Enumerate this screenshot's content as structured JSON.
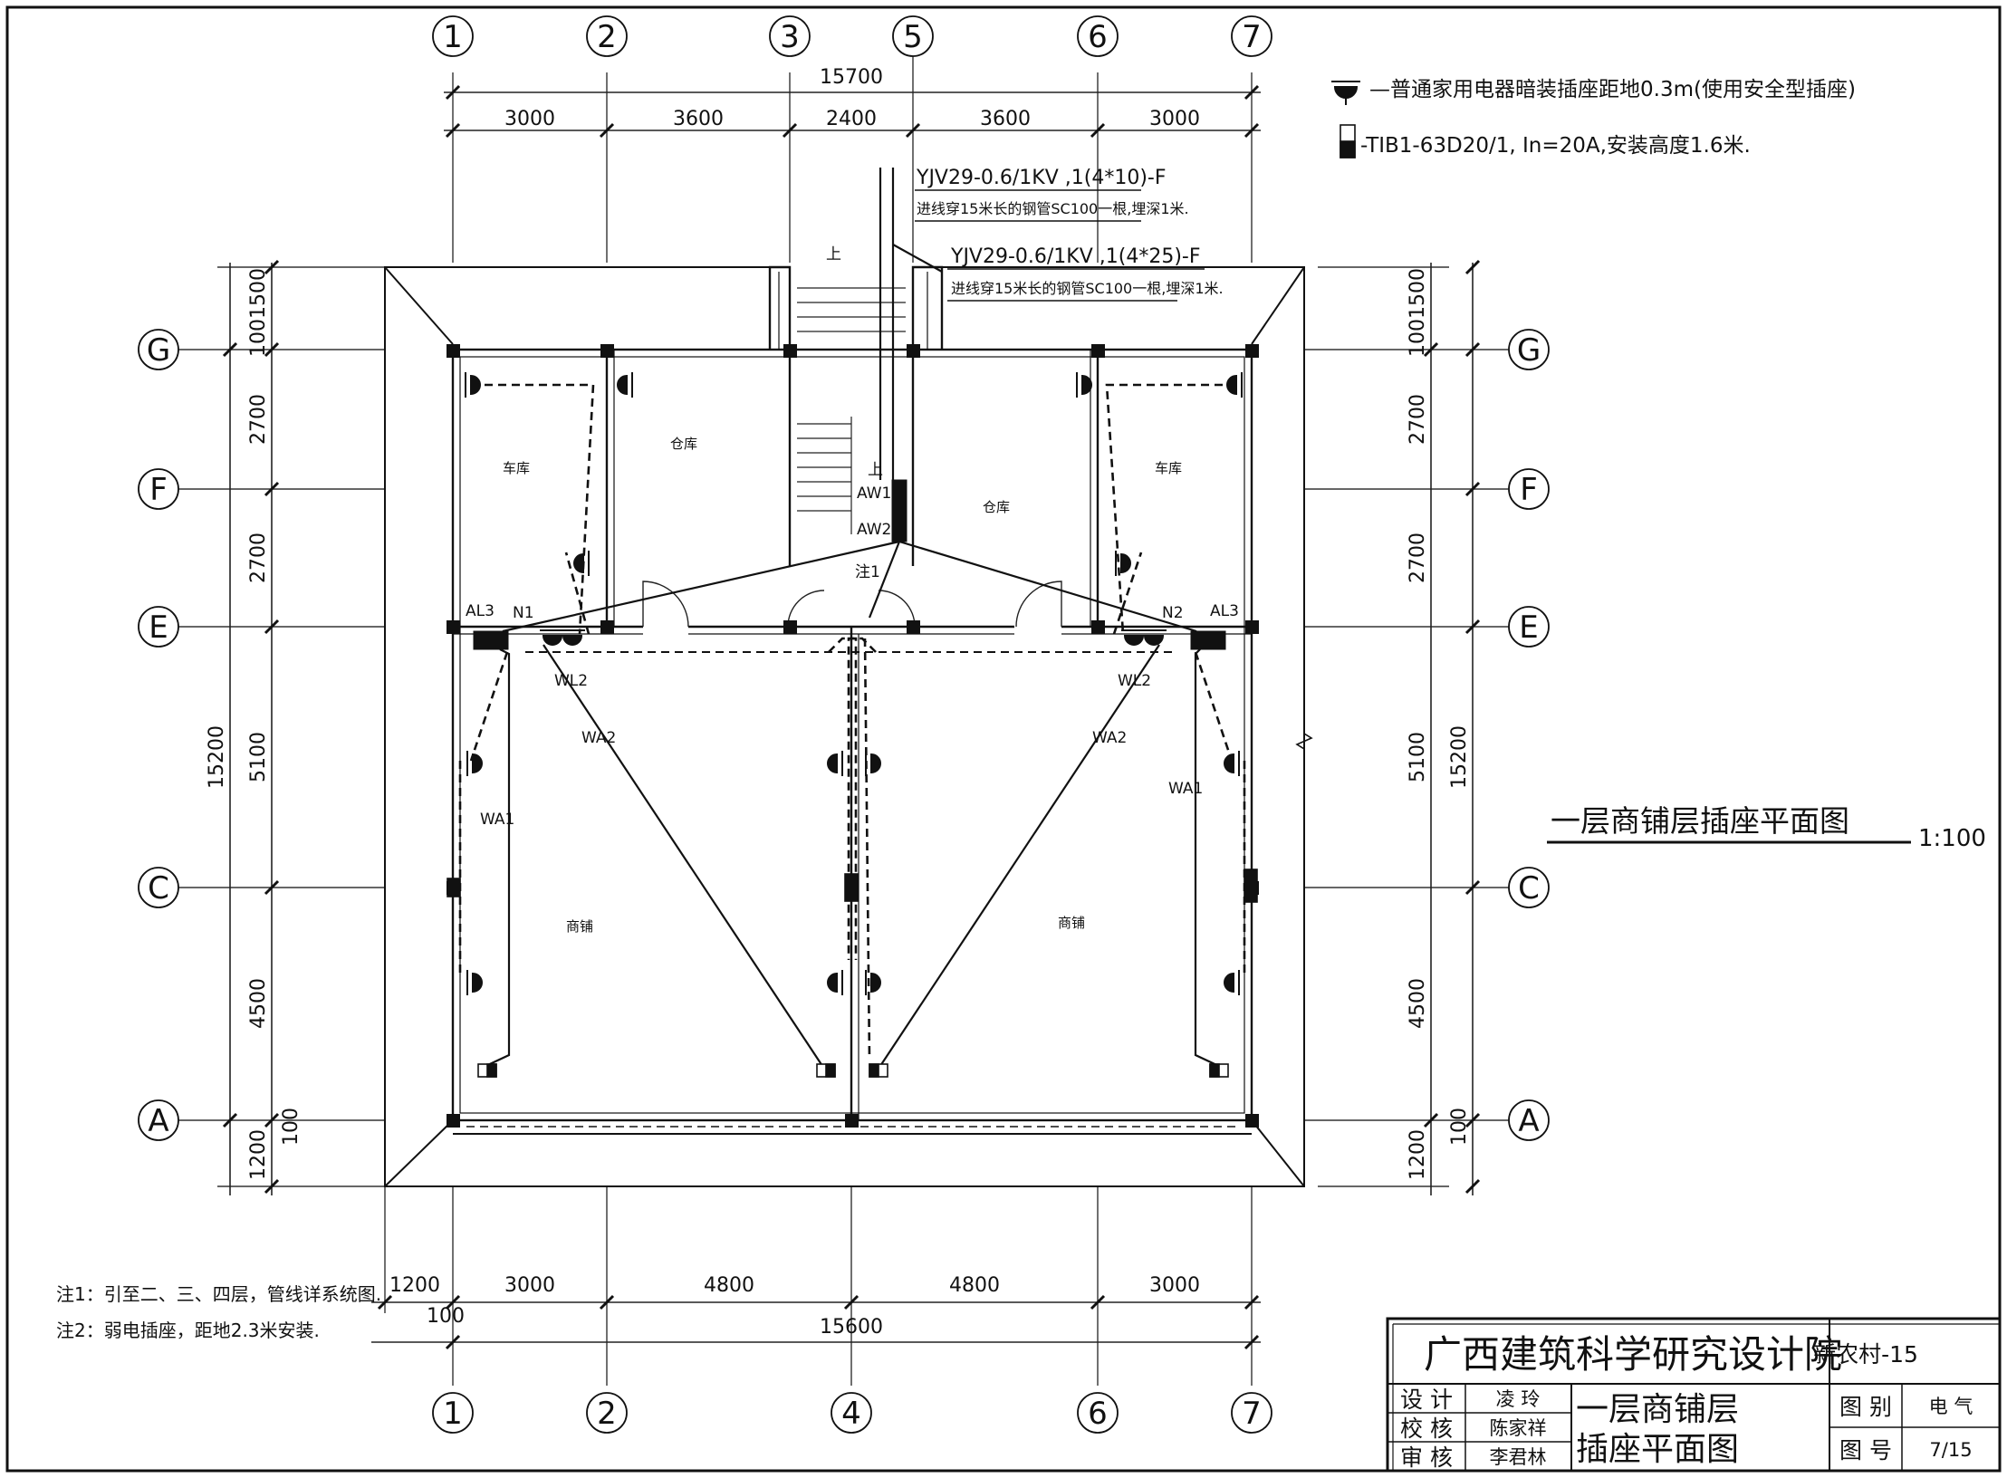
{
  "legend": {
    "socket_desc": "—普通家用电器暗装插座距地0.3m(使用安全型插座)",
    "breaker_desc": "-TIB1-63D20/1, In=20A,安装高度1.6米."
  },
  "cables": {
    "cable1": "YJV29-0.6/1KV ,1(4*10)-F",
    "cable1_note": "进线穿15米长的钢管SC100一根,埋深1米.",
    "cable2": "YJV29-0.6/1KV ,1(4*25)-F",
    "cable2_note": "进线穿15米长的钢管SC100一根,埋深1米."
  },
  "axes": {
    "top": [
      "1",
      "2",
      "3",
      "5",
      "6",
      "7"
    ],
    "bottom": [
      "1",
      "2",
      "4",
      "6",
      "7"
    ],
    "rows": [
      "G",
      "F",
      "E",
      "C",
      "A"
    ]
  },
  "dims": {
    "top_total": "15700",
    "top_segments": [
      "3000",
      "3600",
      "2400",
      "3600",
      "3000"
    ],
    "bottom_total": "15600",
    "bottom_segments": [
      "1200",
      "3000",
      "4800",
      "4800",
      "3000"
    ],
    "bottom_offset": "100",
    "left_segments": [
      "1001500",
      "2700",
      "2700",
      "5100",
      "4500",
      "100",
      "1200"
    ],
    "left_total": "15200",
    "right_segments": [
      "1001500",
      "2700",
      "2700",
      "5100",
      "4500",
      "100",
      "1200"
    ],
    "right_total": "15200"
  },
  "rooms": {
    "garage_l": "车库",
    "store_l": "仓库",
    "store_c": "仓库",
    "garage_r": "车库",
    "shop_l": "商铺",
    "shop_r": "商铺"
  },
  "tags": {
    "aw1": "AW1",
    "aw2": "AW2",
    "note1_mark": "注1",
    "al3_l": "AL3",
    "n1": "N1",
    "al3_r": "AL3",
    "n2": "N2",
    "wl2_l": "WL2",
    "wl2_r": "WL2",
    "wa2_l": "WA2",
    "wa2_r": "WA2",
    "wa1_l": "WA1",
    "wa1_r": "WA1",
    "up1": "上",
    "up2": "上"
  },
  "drawing": {
    "title": "一层商铺层插座平面图",
    "scale": "1:100"
  },
  "notes": {
    "n1": "注1：引至二、三、四层，管线详系统图.",
    "n2": "注2：弱电插座，距地2.3米安装."
  },
  "title_block": {
    "institute": "广西建筑科学研究设计院",
    "project": "新农村-15",
    "role_design": "设 计",
    "name_design": "凌 玲",
    "role_check": "校 核",
    "name_check": "陈家祥",
    "role_review": "审 核",
    "name_review": "李君林",
    "drawing_name_1": "一层商铺层",
    "drawing_name_2": "插座平面图",
    "label_category": "图 别",
    "value_category": "电 气",
    "label_number": "图 号",
    "value_number": "7/15"
  }
}
